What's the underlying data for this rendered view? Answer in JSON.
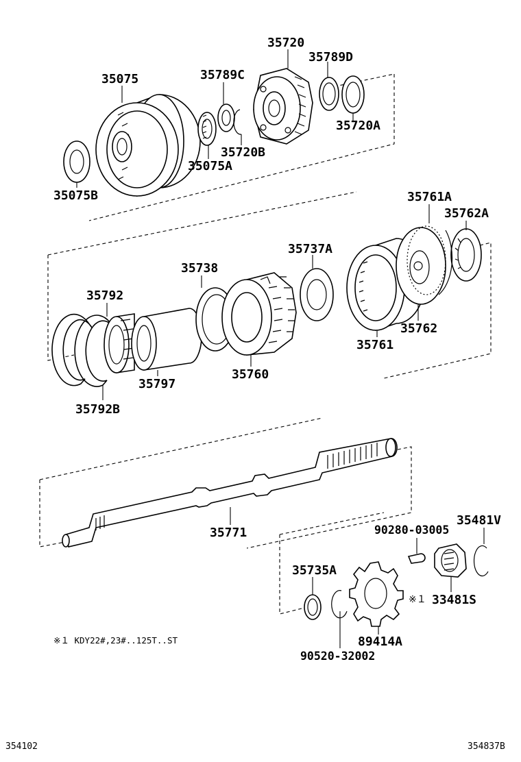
{
  "labels": {
    "p35075": "35075",
    "p35075B": "35075B",
    "p35075A": "35075A",
    "p35789C": "35789C",
    "p35720": "35720",
    "p35720B": "35720B",
    "p35789D": "35789D",
    "p35720A": "35720A",
    "p35761A": "35761A",
    "p35762A": "35762A",
    "p35737A": "35737A",
    "p35738": "35738",
    "p35792": "35792",
    "p35761": "35761",
    "p35762": "35762",
    "p35760": "35760",
    "p35797": "35797",
    "p35792B": "35792B",
    "p35771": "35771",
    "p90280": "90280-03005",
    "p35481V": "35481V",
    "p35735A": "35735A",
    "p33481S": "33481S",
    "p89414A": "89414A",
    "p90520": "90520-32002"
  },
  "footnote_mark": "※１",
  "footnote": "※１  KDY22#,23#..125T..ST",
  "code_left": "354102",
  "code_right": "354837B"
}
